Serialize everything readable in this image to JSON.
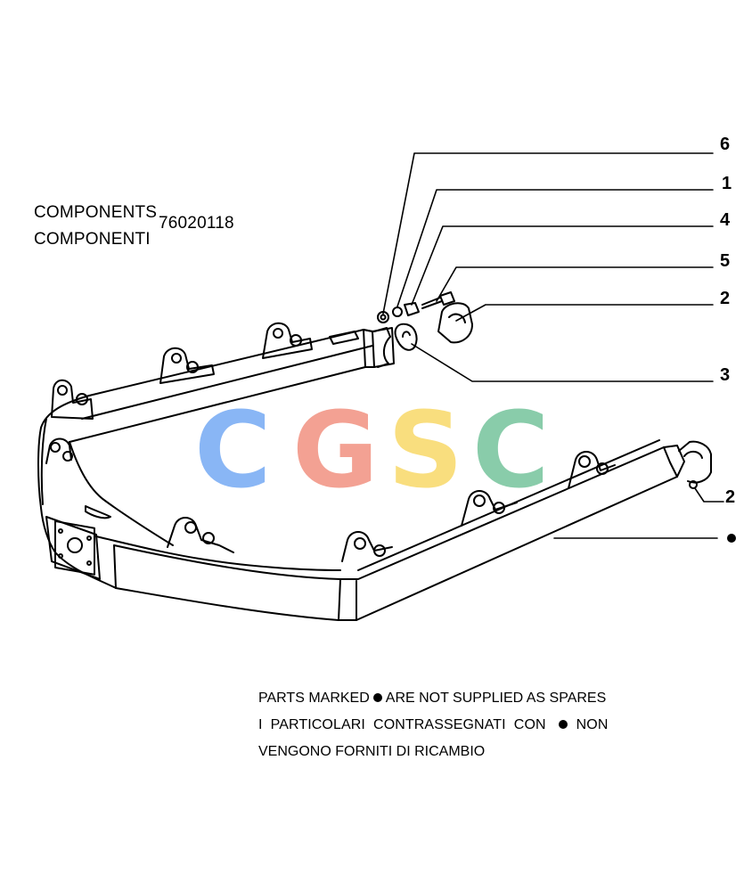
{
  "header": {
    "line1": "COMPONENTS",
    "line2": "COMPONENTI",
    "part_number": "76020118"
  },
  "callouts": [
    {
      "id": "c6",
      "label": "6"
    },
    {
      "id": "c1",
      "label": "1"
    },
    {
      "id": "c4",
      "label": "4"
    },
    {
      "id": "c5",
      "label": "5"
    },
    {
      "id": "c2a",
      "label": "2"
    },
    {
      "id": "c3",
      "label": "3"
    },
    {
      "id": "c2b",
      "label": "2"
    }
  ],
  "watermark": {
    "letters": [
      "C",
      "G",
      "S",
      "C"
    ],
    "colors": [
      "#7fb0f5",
      "#f29a8a",
      "#f9dc74",
      "#7fc8a3"
    ]
  },
  "notes": {
    "line1_before": "PARTS MARKED",
    "line1_after": "ARE NOT SUPPLIED AS SPARES",
    "line2_before": "I  PARTICOLARI  CONTRASSEGNATI  CON",
    "line2_after": "NON",
    "line3": "VENGONO FORNITI DI RICAMBIO"
  }
}
